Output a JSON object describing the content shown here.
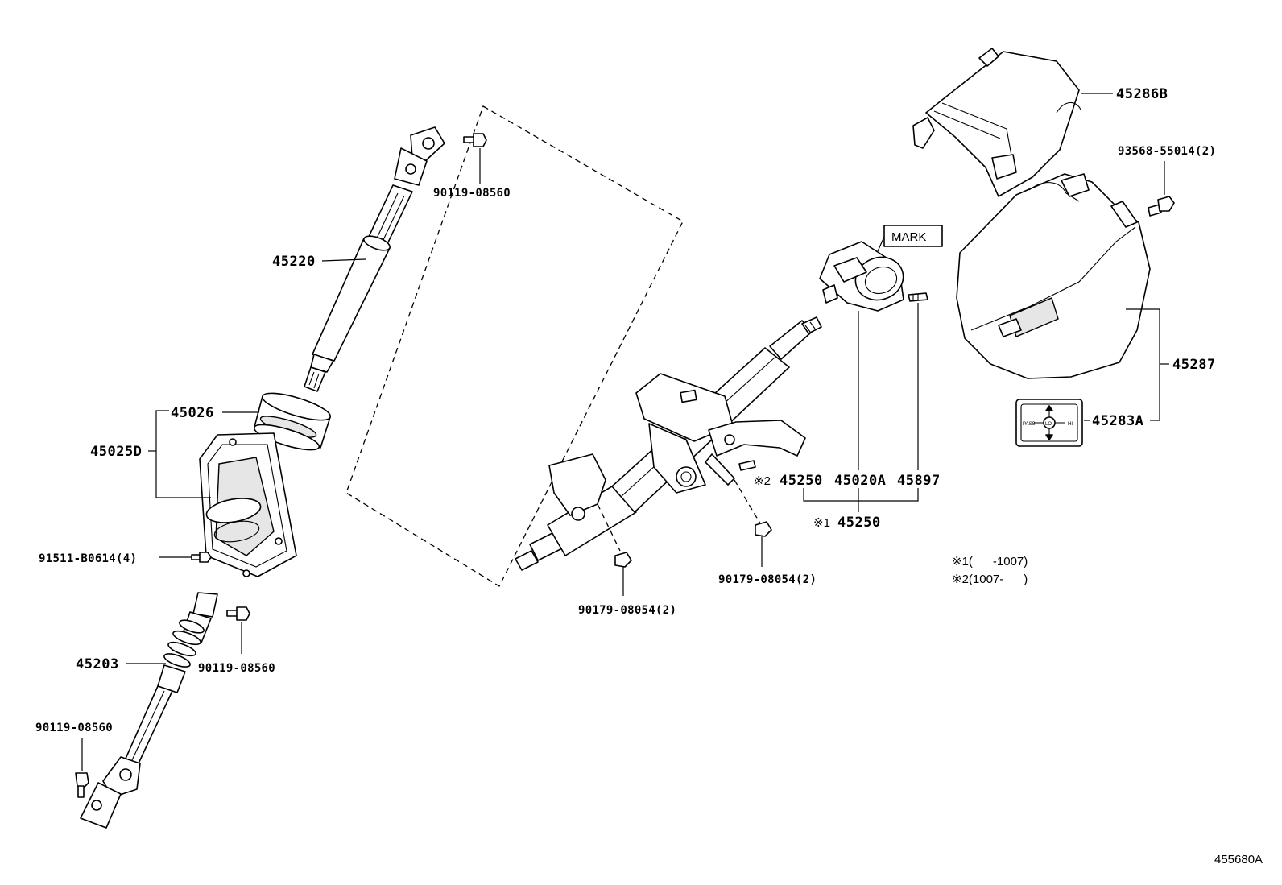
{
  "labels": {
    "p45286b": "45286B",
    "p93568": "93568-55014(2)",
    "p45287": "45287",
    "p45283a": "45283A",
    "mark": "MARK",
    "p90119_top": "90119-08560",
    "p45220": "45220",
    "p45026": "45026",
    "p45025d": "45025D",
    "p91511": "91511-B0614(4)",
    "p45203": "45203",
    "p90119_mid": "90119-08560",
    "p90119_bottom": "90119-08560",
    "p90179_left": "90179-08054(2)",
    "p90179_right": "90179-08054(2)",
    "p45250_2": "45250",
    "p45020a": "45020A",
    "p45897": "45897",
    "p45250_1": "45250",
    "ref2_mark": "※2",
    "ref1_mark": "※1",
    "note1": "※1(      -1007)",
    "note2": "※2(1007-      )",
    "diagram_id": "455680A"
  },
  "switch_icon": {
    "left": "PASS",
    "center": "LO",
    "right": "HI"
  }
}
